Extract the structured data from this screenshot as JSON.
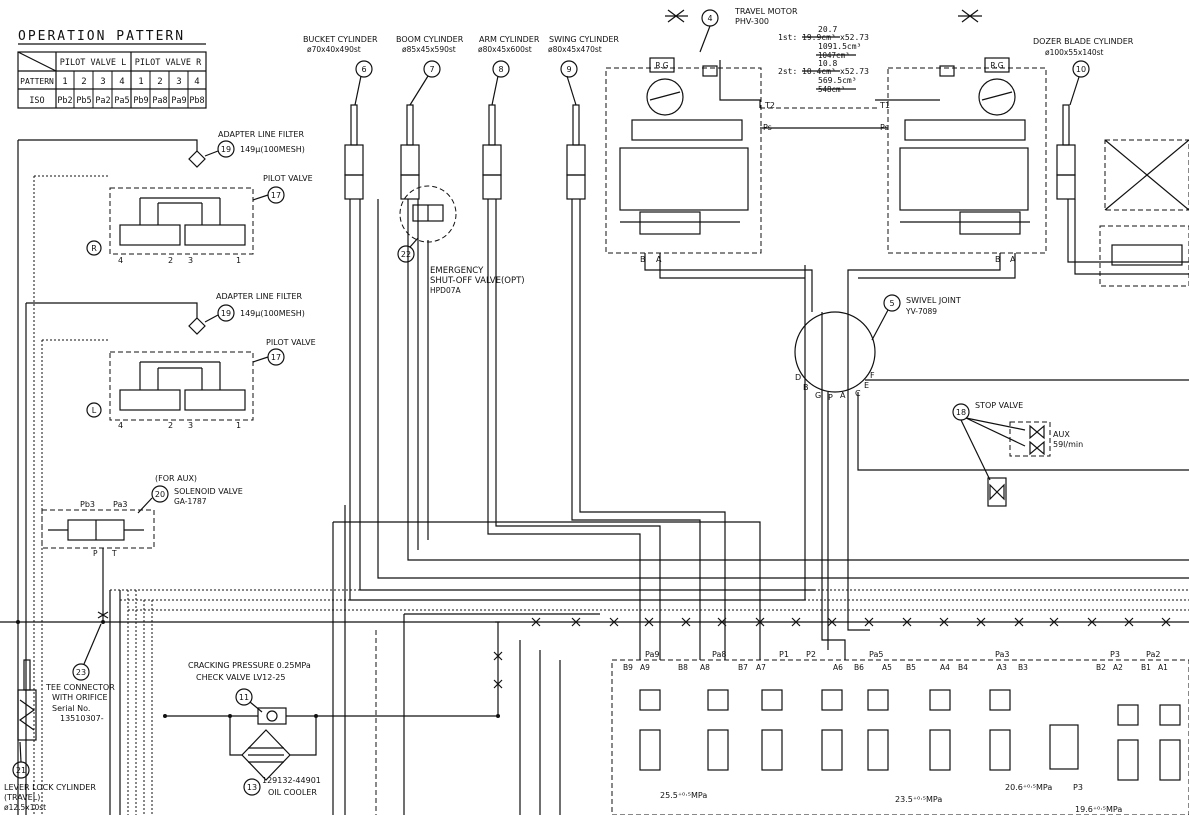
{
  "operation_pattern": {
    "title": "OPERATION PATTERN",
    "header_left": "PILOT VALVE L",
    "header_right": "PILOT VALVE R",
    "row1_label": "PATTERN",
    "row1": [
      "1",
      "2",
      "3",
      "4",
      "1",
      "2",
      "3",
      "4"
    ],
    "row2_label": "ISO",
    "row2": [
      "Pb2",
      "Pb5",
      "Pa2",
      "Pa5",
      "Pb9",
      "Pa8",
      "Pa9",
      "Pb8"
    ]
  },
  "cylinders": [
    {
      "num": "6",
      "name": "BUCKET CYLINDER",
      "spec": "ø70x40x490st"
    },
    {
      "num": "7",
      "name": "BOOM CYLINDER",
      "spec": "ø85x45x590st"
    },
    {
      "num": "8",
      "name": "ARM CYLINDER",
      "spec": "ø80x45x600st"
    },
    {
      "num": "9",
      "name": "SWING CYLINDER",
      "spec": "ø80x45x470st"
    }
  ],
  "travel_motor": {
    "num": "4",
    "name": "TRAVEL MOTOR",
    "model": "PHV-300",
    "s1_top": "20.7",
    "s1_label": "1st:",
    "s1_old": "19.9cm³",
    "s1_ratio": "x52.73",
    "s1_mid": "1091.5cm³",
    "s1_strike": "1047cm³",
    "s2_top": "10.8",
    "s2_label": "2st:",
    "s2_old": "10.4cm³",
    "s2_ratio": "x52.73",
    "s2_mid": "569.5cm³",
    "s2_strike": "548cm³"
  },
  "dozer": {
    "num": "10",
    "name": "DOZER BLADE CYLINDER",
    "spec": "ø100x55x140st"
  },
  "filter_1": {
    "num": "19",
    "name": "ADAPTER LINE FILTER",
    "spec": "149μ(100MESH)"
  },
  "filter_2": {
    "num": "19",
    "name": "ADAPTER LINE FILTER",
    "spec": "149μ(100MESH)"
  },
  "pilot_valve_1": {
    "num": "17",
    "name": "PILOT VALVE",
    "side": "R",
    "ports": [
      "4",
      "2",
      "3",
      "1"
    ]
  },
  "pilot_valve_2": {
    "num": "17",
    "name": "PILOT VALVE",
    "side": "L",
    "ports": [
      "4",
      "2",
      "3",
      "1"
    ]
  },
  "emergency": {
    "num": "22",
    "line1": "EMERGENCY",
    "line2": "SHUT-OFF VALVE(OPT)",
    "line3": "HPD07A"
  },
  "swivel": {
    "num": "5",
    "name": "SWIVEL JOINT",
    "model": "YV-7089",
    "ports": [
      "D",
      "B",
      "G",
      "P",
      "A",
      "C",
      "E",
      "F"
    ]
  },
  "stop_valve": {
    "num": "18",
    "name": "STOP VALVE",
    "aux": "AUX",
    "flow": "59l/min"
  },
  "solenoid": {
    "note": "(FOR AUX)",
    "num": "20",
    "name": "SOLENOID VALVE",
    "model": "GA-1787",
    "pb": "Pb3",
    "pa": "Pa3",
    "p": "P",
    "t": "T"
  },
  "tee": {
    "num": "23",
    "line1": "TEE CONNECTOR",
    "line2": "WITH ORIFICE",
    "line3": "Serial No.",
    "line4": "13510307-"
  },
  "lever_lock": {
    "num": "21",
    "line1": "LEVER LOCK CYLINDER",
    "line2": "(TRAVEL)",
    "line3": "ø12.5x10st"
  },
  "check_valve": {
    "num": "11",
    "line1": "CRACKING PRESSURE 0.25MPa",
    "line2": "CHECK VALVE LV12-25"
  },
  "oil_cooler": {
    "num": "13",
    "part": "129132-44901",
    "name": "OIL COOLER"
  },
  "motor_ports": {
    "t2": "T2",
    "t1": "T1",
    "ps": "Ps",
    "b": "B",
    "a": "A",
    "rg": "R.G"
  },
  "control_valve": {
    "ports_top": [
      "Pa9",
      "Pa8",
      "P1",
      "P2",
      "Pa5",
      "Pa3",
      "P3",
      "Pa2"
    ],
    "ports_bottom": [
      "B9",
      "A9",
      "B8",
      "A8",
      "B7",
      "A7",
      "A6",
      "B6",
      "A5",
      "B5",
      "A4",
      "B4",
      "A3",
      "B3",
      "B2",
      "A2",
      "B1",
      "A1"
    ],
    "pressures": [
      "25.5⁺⁰·⁵MPa",
      "23.5⁺⁰·⁵MPa",
      "20.6⁺⁰·⁵MPa",
      "19.6⁺⁰·⁵MPa"
    ],
    "p3": "P3"
  }
}
